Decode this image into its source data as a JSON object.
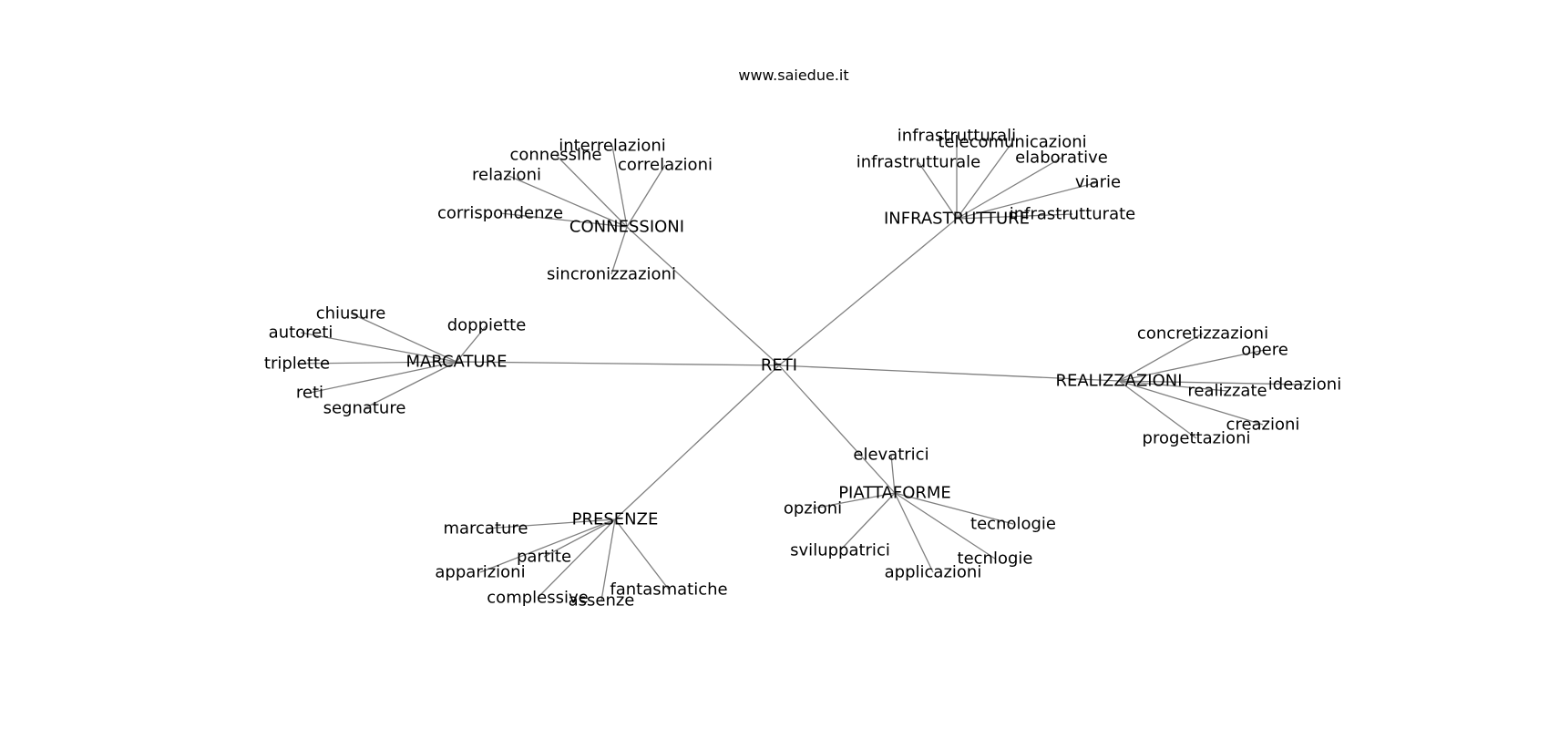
{
  "header": {
    "site": "www.saiedue.it"
  },
  "diagram": {
    "root": "RETI",
    "edge_color": "#808080",
    "groups": [
      {
        "hub": "CONNESSIONI",
        "leaves": [
          "interrelazioni",
          "connessine",
          "correlazioni",
          "relazioni",
          "corrispondenze",
          "sincronizzazioni"
        ]
      },
      {
        "hub": "INFRASTRUTTURE",
        "leaves": [
          "infrastrutturali",
          "telecomunicazioni",
          "elaborative",
          "infrastrutturale",
          "viarie",
          "infrastrutturate"
        ]
      },
      {
        "hub": "MARCATURE",
        "leaves": [
          "chiusure",
          "autoreti",
          "doppiette",
          "triplette",
          "reti",
          "segnature"
        ]
      },
      {
        "hub": "REALIZZAZIONI",
        "leaves": [
          "concretizzazioni",
          "opere",
          "ideazioni",
          "realizzate",
          "creazioni",
          "progettazioni"
        ]
      },
      {
        "hub": "PIATTAFORME",
        "leaves": [
          "elevatrici",
          "opzioni",
          "tecnologie",
          "sviluppatrici",
          "tecnlogie",
          "applicazioni"
        ]
      },
      {
        "hub": "PRESENZE",
        "leaves": [
          "marcature",
          "partite",
          "apparizioni",
          "complessive",
          "assenze",
          "fantasmatiche"
        ]
      }
    ]
  }
}
